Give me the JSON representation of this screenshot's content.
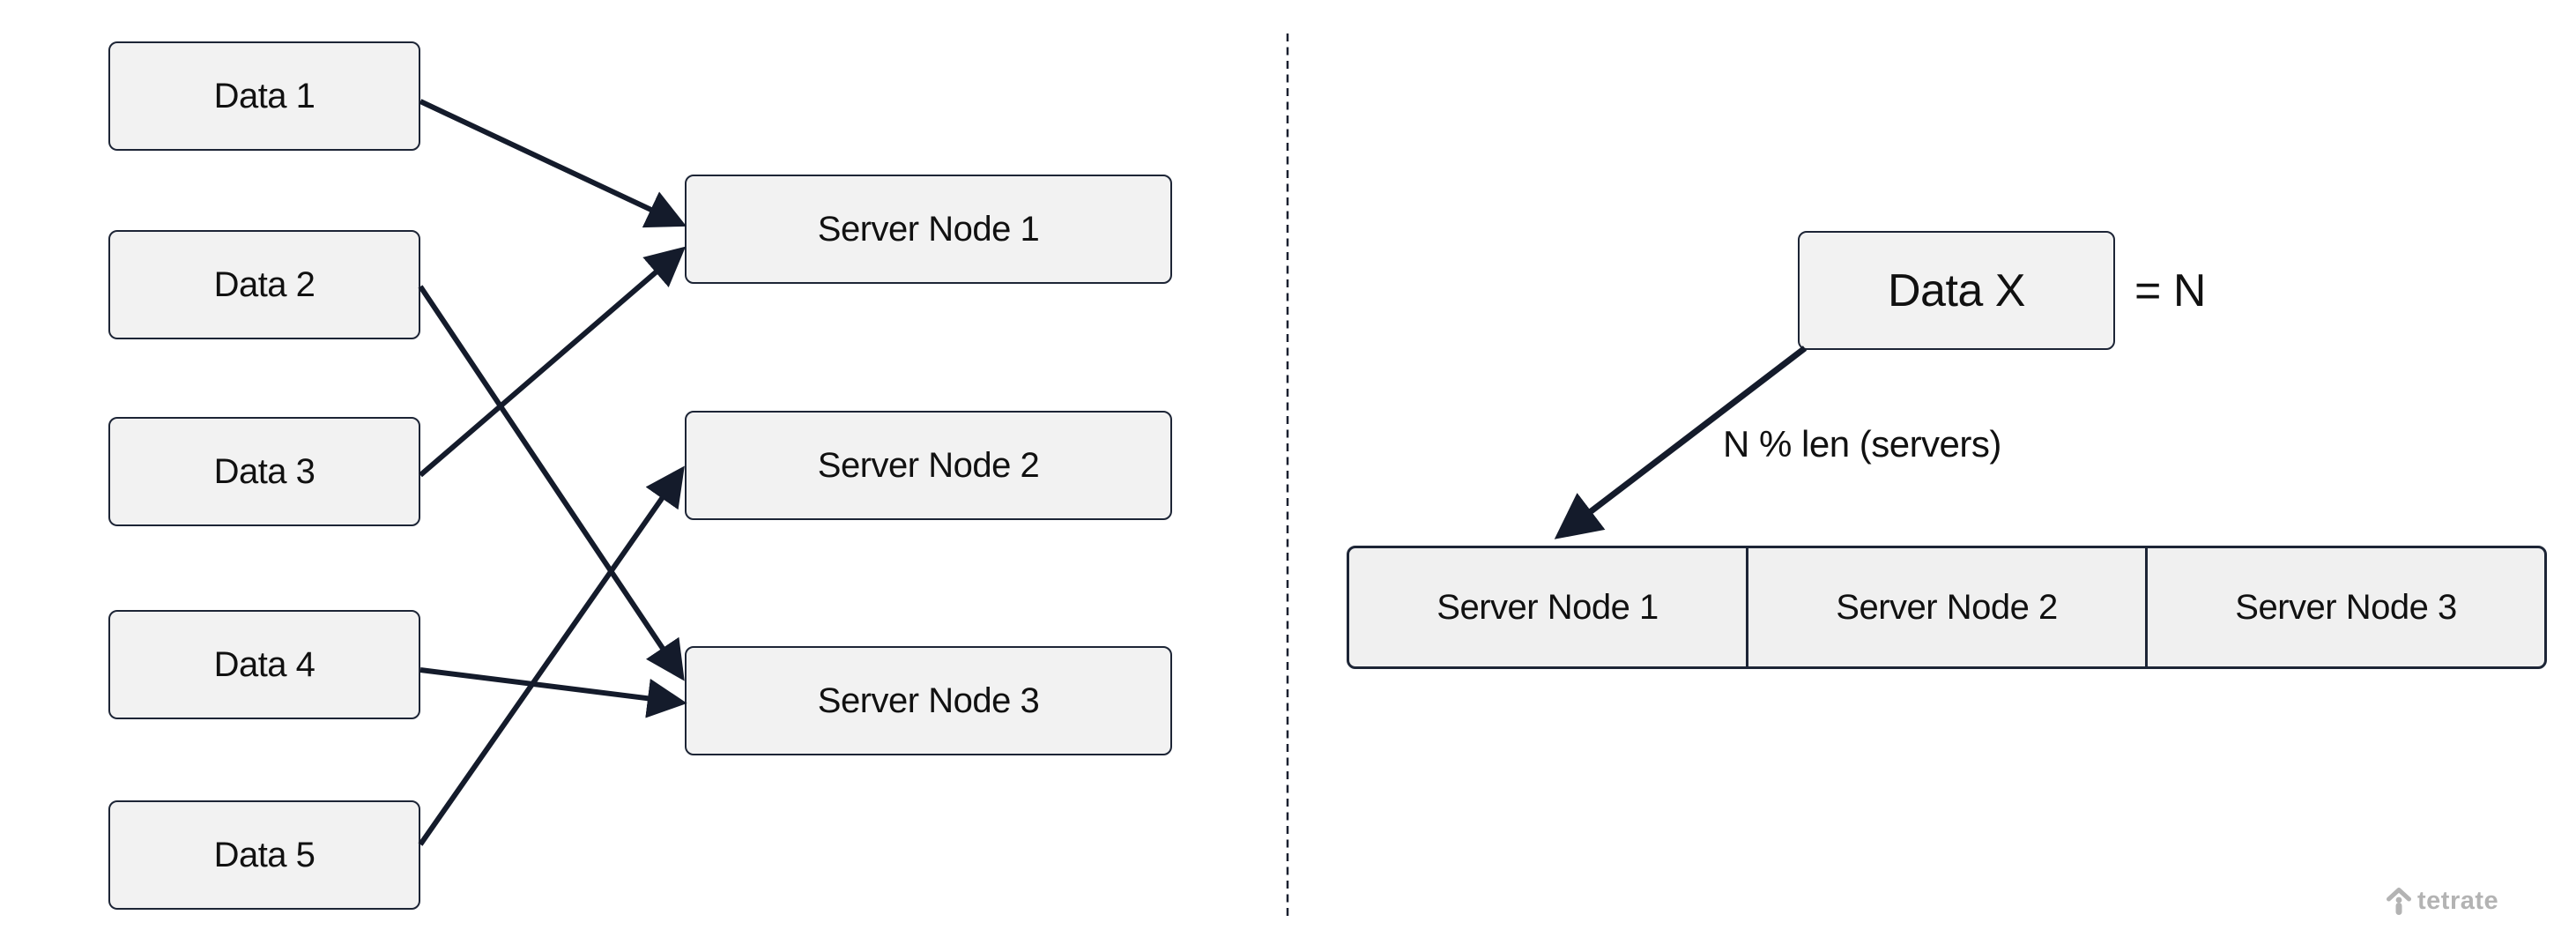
{
  "colors": {
    "ink": "#141b2b",
    "box_border": "#1d2536",
    "box_fill": "#f2f2f2",
    "row_fill": "#f0f0f0",
    "divider": "#1a2030",
    "text": "#111111",
    "logo_gray": "#b3b3b3"
  },
  "left_panel": {
    "data_nodes": [
      {
        "label": "Data 1"
      },
      {
        "label": "Data 2"
      },
      {
        "label": "Data 3"
      },
      {
        "label": "Data 4"
      },
      {
        "label": "Data 5"
      }
    ],
    "server_nodes": [
      {
        "label": "Server Node 1"
      },
      {
        "label": "Server Node 2"
      },
      {
        "label": "Server Node 3"
      }
    ],
    "edges": [
      {
        "from": "Data 1",
        "to": "Server Node 1"
      },
      {
        "from": "Data 3",
        "to": "Server Node 1"
      },
      {
        "from": "Data 2",
        "to": "Server Node 3"
      },
      {
        "from": "Data 4",
        "to": "Server Node 3"
      },
      {
        "from": "Data 5",
        "to": "Server Node 2"
      }
    ]
  },
  "right_panel": {
    "data_node": {
      "label": "Data X"
    },
    "equals_label": "= N",
    "arrow_label": "N % len (servers)",
    "server_cells": [
      {
        "label": "Server Node 1"
      },
      {
        "label": "Server Node 2"
      },
      {
        "label": "Server Node 3"
      }
    ]
  },
  "branding": {
    "logo_text": "tetrate"
  }
}
